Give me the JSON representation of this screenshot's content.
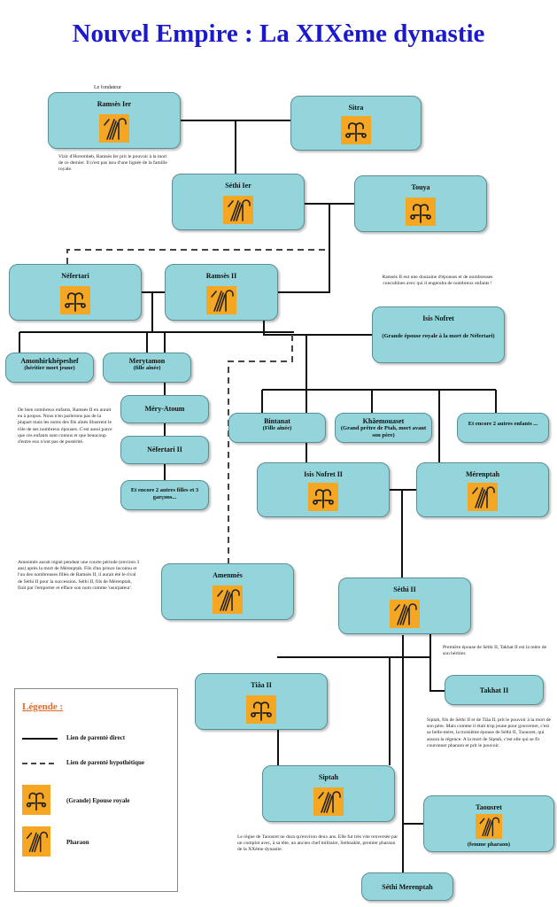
{
  "title": "Nouvel Empire : La XIXème dynastie",
  "founder_label": "Le fondateur",
  "nodes": {
    "ramses1": {
      "name": "Ramsès Ier"
    },
    "sitra": {
      "name": "Sitra"
    },
    "sethi1": {
      "name": "Séthi Ier"
    },
    "touya": {
      "name": "Touya"
    },
    "nefertari": {
      "name": "Néfertari"
    },
    "ramses2": {
      "name": "Ramsès II"
    },
    "isetnofret": {
      "name": "Isis Nofret",
      "sub": "(Grande épouse royale à la mort de Néfertari)"
    },
    "amenhirkhepeshef": {
      "name": "Amonhirkhépeshef",
      "sub": "(héritier mort jeune)"
    },
    "merytamon": {
      "name": "Merytamon",
      "sub": "(fille aînée)"
    },
    "merytamon2": {
      "name": "Méry-Atoum"
    },
    "nefertari2": {
      "name": "Néfertari II"
    },
    "etencore_f": {
      "name": "Et encore 2 autres filles et 3 garçons..."
    },
    "bintanat": {
      "name": "Bintanat",
      "sub": "(Fille aînée)"
    },
    "khaemouaset": {
      "name": "Khâemouaset",
      "sub": "(Grand prêtre de Ptah, mort avant son père)"
    },
    "etencore_e": {
      "name": "Et encore 2 autres enfants ..."
    },
    "isetnofret2": {
      "name": "Isis Nofret II"
    },
    "merenptah": {
      "name": "Mérenptah"
    },
    "amenmes": {
      "name": "Amenmès"
    },
    "sethi2": {
      "name": "Séthi II"
    },
    "takhat": {
      "name": "Takhat II"
    },
    "tiaa": {
      "name": "Tiâa II"
    },
    "siptah": {
      "name": "Siptah"
    },
    "taousret": {
      "name": "Taousret",
      "sub": "(femme pharaon)"
    },
    "sethimerenptah": {
      "name": "Séthi Merenptah"
    }
  },
  "notes": {
    "ramses1": "Vizir d'Horemheb, Ramsès Ier prit le pouvoir à la mort de ce dernier. Il n'est pas issu d'une lignée de la famille royale.",
    "isetnofret": "Ramsès II eut une douzaine d'épouses et de nombreuses concubines avec qui il engendra de nombreux enfants !",
    "children": "De bien nombreux enfants, Ramsès II en aurait eu à propos. Nous n'en parlerons pas de la plupart mais les noms des fils aînés illustrent le rôle de ses nombreux épouses. C'est aussi parce que ces enfants sont connus et que beaucoup d'entre eux n'ont pas de postérité.",
    "amenmes": "Amenmès aurait régné pendant une courte période (environ 3 ans) après la mort de Mérenptah. Fils d'un prince inconnu et l'un des nombreuses filles de Ramsès II, il aurait été le rival de Séthi II pour la succession. Séthi II, fils de Mérenptah, finit par l'emporter et efface son nom comme 'usurpateur'.",
    "takhat": "Première épouse de Séthi II, Takhat II est la mère de son héritier.",
    "siptah": "Siptah, fils de Séthi II et de Tiâa II, prit le pouvoir à la mort de son père. Mais comme il était trop jeune pour gouverner, c'est sa belle-mère, la troisième épouse de Séthi II, Taousret, qui assura la régence. A la mort de Siptah, c'est elle qui se fit couronner pharaon et prit le pouvoir.",
    "taousret": "Le règne de Taousret ne dura qu'environ deux ans. Elle fut très vite renversée par un complot avec, à sa tête, un ancien chef militaire, Sethnakht, premier pharaon de la XXème dynastie."
  },
  "legend": {
    "title": "Légende :",
    "direct": "Lien de parenté direct",
    "hypothetical": "Lien de parenté hypothétique",
    "queen": "(Grande) Epouse royale",
    "pharaoh": "Pharaon"
  },
  "colors": {
    "title": "#1a1acc",
    "node": "#93d5da",
    "glyph": "#f5a623",
    "legend_title": "#e06a2a"
  },
  "icons": {
    "queen": "queen-glyph-icon",
    "pharaoh": "pharaoh-crook-flail-icon"
  }
}
